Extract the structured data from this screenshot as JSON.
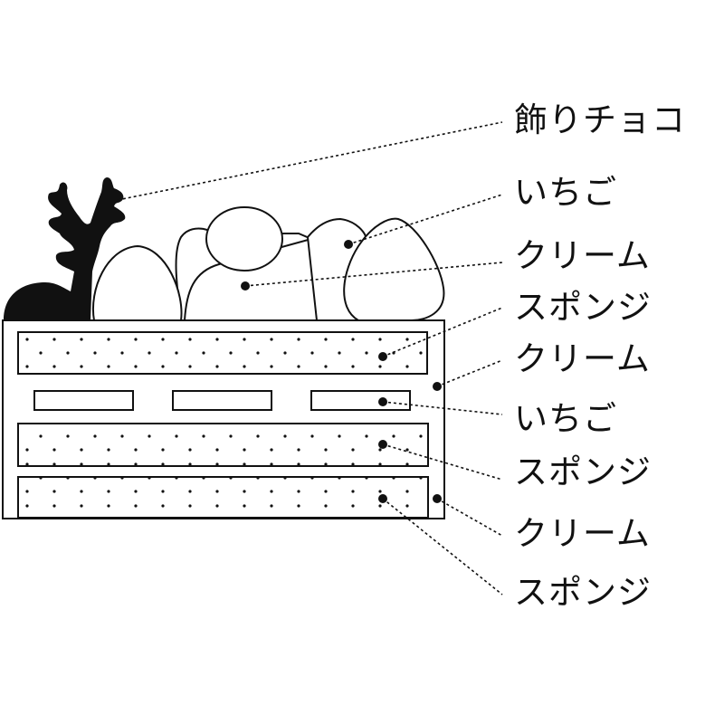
{
  "labels": [
    "飾りチョコ",
    "いちご",
    "クリーム",
    "スポンジ",
    "クリーム",
    "いちご",
    "スポンジ",
    "クリーム",
    "スポンジ"
  ],
  "colors": {
    "ink": "#111111",
    "background": "#ffffff"
  }
}
